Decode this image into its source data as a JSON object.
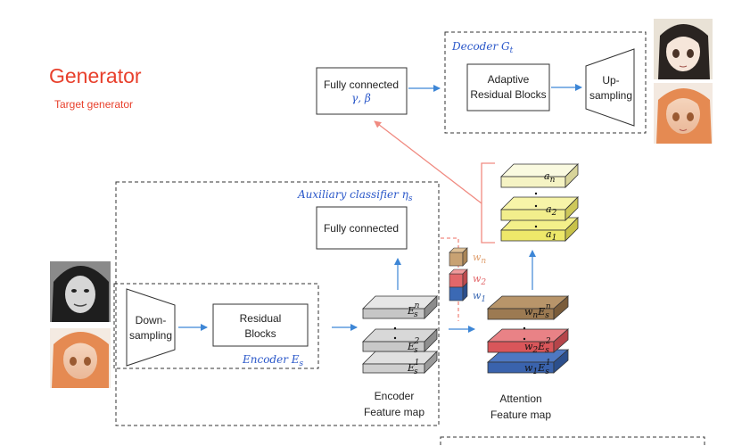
{
  "header": {
    "title": "Generator",
    "subtitle": "Target generator",
    "title_color": "#e8402c"
  },
  "decoder": {
    "label": "Decoder G",
    "label_sub": "t",
    "block_line1": "Adaptive",
    "block_line2": "Residual Blocks",
    "up_line1": "Up-",
    "up_line2": "sampling"
  },
  "fc_top": {
    "line1": "Fully connected",
    "params": "γ, β"
  },
  "aux": {
    "label": "Auxiliary classifier η",
    "label_sub": "s",
    "fc_label": "Fully connected"
  },
  "encoder": {
    "label": "Encoder E",
    "label_sub": "s",
    "down_line1": "Down-",
    "down_line2": "sampling",
    "res_line1": "Residual",
    "res_line2": "Blocks"
  },
  "encoder_fmap": {
    "caption_line1": "Encoder",
    "caption_line2": "Feature map",
    "layers": [
      {
        "base": "E",
        "sub": "s",
        "sup": "n"
      },
      {
        "base": "E",
        "sub": "s",
        "sup": "2"
      },
      {
        "base": "E",
        "sub": "s",
        "sup": "1"
      }
    ]
  },
  "weights": [
    {
      "base": "w",
      "sub": "n",
      "color": "#c8a273"
    },
    {
      "base": "w",
      "sub": "2",
      "color": "#e2676a"
    },
    {
      "base": "w",
      "sub": "1",
      "color": "#3b69b4"
    }
  ],
  "attention_fmap": {
    "caption_line1": "Attention",
    "caption_line2": "Feature map",
    "layers": [
      {
        "w": "w",
        "wsub": "n",
        "E": "E",
        "Esub": "s",
        "Esup": "n",
        "color": "#9c7a52"
      },
      {
        "w": "w",
        "wsub": "2",
        "E": "E",
        "Esub": "s",
        "Esup": "2",
        "color": "#d9565a"
      },
      {
        "w": "w",
        "wsub": "1",
        "E": "E",
        "Esub": "s",
        "Esup": "1",
        "color": "#3a63ad"
      }
    ]
  },
  "attention_maps": [
    {
      "base": "a",
      "sub": "n"
    },
    {
      "base": "a",
      "sub": "2"
    },
    {
      "base": "a",
      "sub": "1"
    }
  ],
  "colors": {
    "arrow_blue": "#3d86d6",
    "arrow_red": "#f08a80",
    "text_blue": "#2a57c9",
    "weight_text": "#e0a070"
  }
}
